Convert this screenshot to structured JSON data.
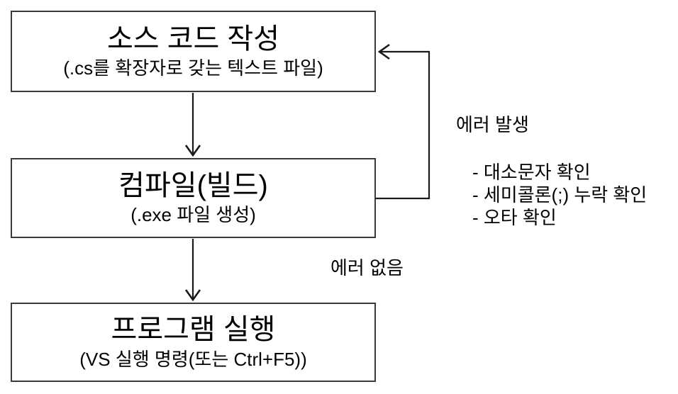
{
  "flowchart": {
    "boxes": [
      {
        "id": "source",
        "title": "소스 코드 작성",
        "subtitle": "(.cs를 확장자로 갖는 텍스트 파일)"
      },
      {
        "id": "compile",
        "title": "컴파일(빌드)",
        "subtitle": "(.exe 파일 생성)"
      },
      {
        "id": "run",
        "title": "프로그램 실행",
        "subtitle": "(VS 실행 명령(또는 Ctrl+F5))"
      }
    ],
    "edge_labels": {
      "error_occurred": "에러 발생",
      "no_error": "에러 없음"
    },
    "error_notes": [
      "- 대소문자 확인",
      "- 세미콜론(;) 누락 확인",
      "- 오타 확인"
    ],
    "colors": {
      "background": "#ffffff",
      "box_border": "#3a3a3a",
      "arrow_line": "#1a1a1a",
      "text": "#000000"
    }
  }
}
